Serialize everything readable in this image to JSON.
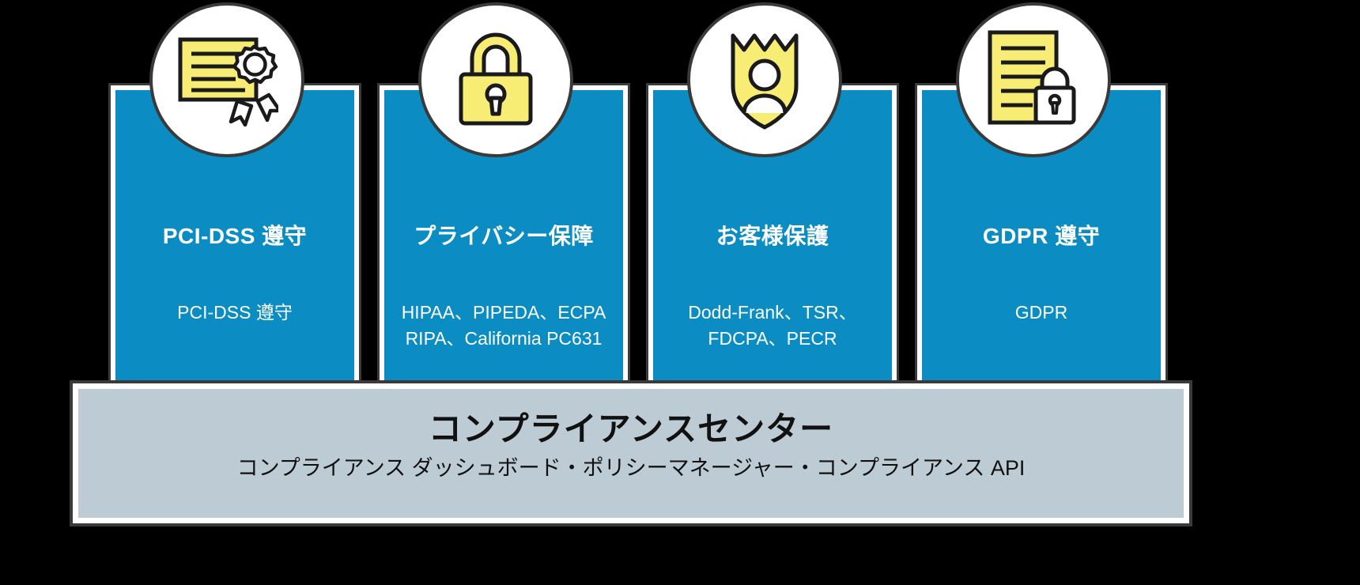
{
  "colors": {
    "background": "#000000",
    "pillar_fill": "#0b8dc3",
    "pillar_border": "#3a3a3a",
    "bubble_fill": "#ffffff",
    "icon_accent": "#f7ec74",
    "icon_outline": "#1a1a1a",
    "bottom_bar_fill": "#bdccd4",
    "text_on_pillar": "#ffffff",
    "text_on_bar": "#111111"
  },
  "pillars": [
    {
      "icon": "certificate-icon",
      "title": "PCI-DSS 遵守",
      "desc_line1": "PCI-DSS 遵守",
      "desc_line2": ""
    },
    {
      "icon": "padlock-icon",
      "title": "プライバシー保障",
      "desc_line1": "HIPAA、PIPEDA、ECPA",
      "desc_line2": "RIPA、California PC631"
    },
    {
      "icon": "shield-person-icon",
      "title": "お客様保護",
      "desc_line1": "Dodd-Frank、TSR、",
      "desc_line2": "FDCPA、PECR"
    },
    {
      "icon": "document-lock-icon",
      "title": "GDPR 遵守",
      "desc_line1": "GDPR",
      "desc_line2": ""
    }
  ],
  "bottom_bar": {
    "title": "コンプライアンスセンター",
    "subtitle": "コンプライアンス ダッシュボード・ポリシーマネージャー・コンプライアンス API"
  }
}
